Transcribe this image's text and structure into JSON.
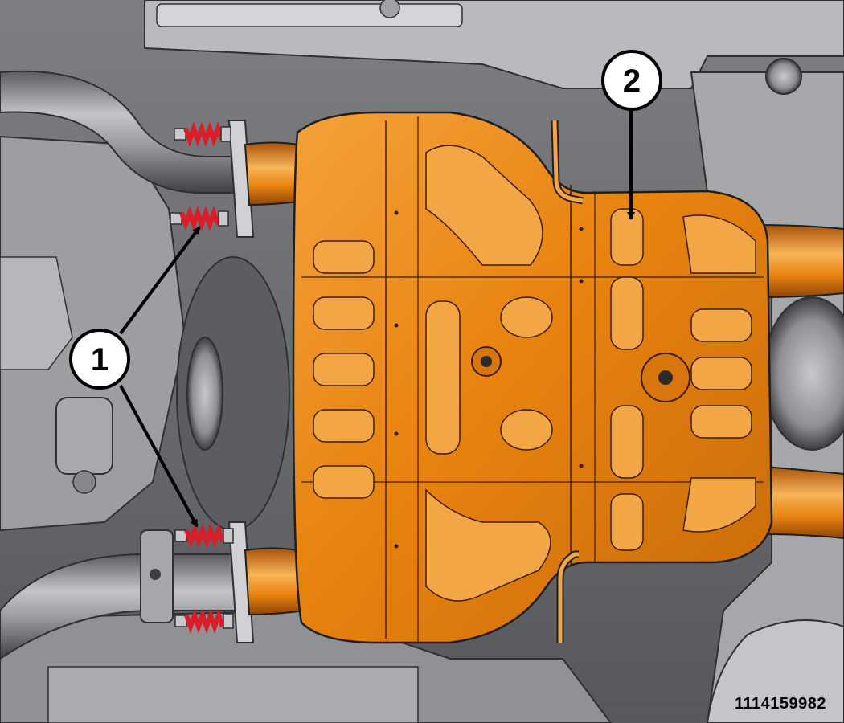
{
  "callouts": [
    {
      "id": "1",
      "label": "1"
    },
    {
      "id": "2",
      "label": "2"
    }
  ],
  "figure_id": "1114159982",
  "colors": {
    "heat_shield": "#e8830f",
    "heat_shield_dark": "#a9520a",
    "heat_shield_light": "#f7b458",
    "spring": "#d81e28",
    "metal": "#8d8f93",
    "metal_light": "#c9cacd",
    "metal_dark": "#3c3e42"
  }
}
